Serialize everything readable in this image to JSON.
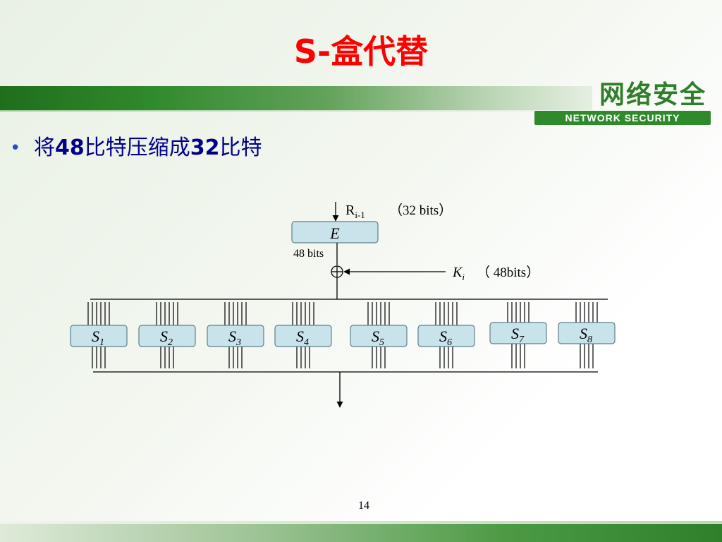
{
  "slide": {
    "title": "S-盒代替",
    "bullet": {
      "parts": [
        "将",
        "48",
        "比特压缩成",
        "32",
        "比特"
      ]
    },
    "page_number": "14"
  },
  "logo": {
    "chinese": "网络安全",
    "english": "NETWORK SECURITY"
  },
  "diagram": {
    "input_label_main": "R",
    "input_label_sub": "i-1",
    "input_bits": "（32 bits）",
    "expansion_box": "E",
    "expanded_bits": "48 bits",
    "key_label_main": "K",
    "key_label_sub": "i",
    "key_bits": "（ 48bits）",
    "sboxes": [
      {
        "main": "S",
        "sub": "1"
      },
      {
        "main": "S",
        "sub": "2"
      },
      {
        "main": "S",
        "sub": "3"
      },
      {
        "main": "S",
        "sub": "4"
      },
      {
        "main": "S",
        "sub": "5"
      },
      {
        "main": "S",
        "sub": "6"
      },
      {
        "main": "S",
        "sub": "7"
      },
      {
        "main": "S",
        "sub": "8"
      }
    ]
  },
  "colors": {
    "title": "#ff0000",
    "bullet_text": "#00008b",
    "box_fill": "#c9e3ea",
    "box_stroke": "#5f7f8a",
    "brand_green": "#2f8a2b"
  }
}
